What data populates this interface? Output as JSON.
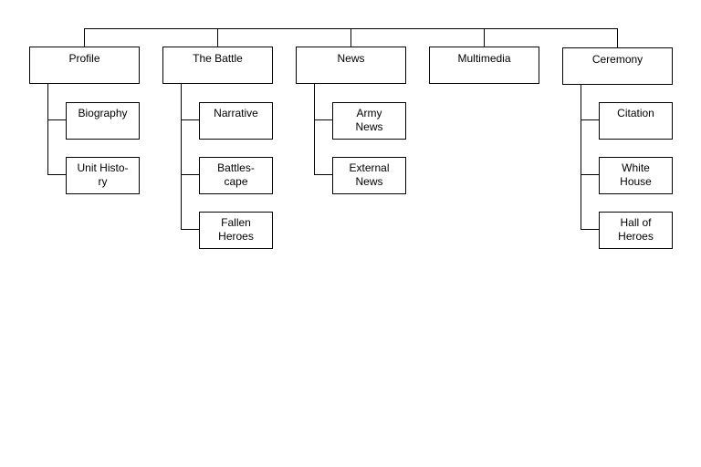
{
  "sitemap": {
    "sections": [
      {
        "label": "Profile",
        "children": [
          "Biography",
          "Unit Histo-\nry"
        ]
      },
      {
        "label": "The Battle",
        "children": [
          "Narrative",
          "Battles-\ncape",
          "Fallen\nHeroes"
        ]
      },
      {
        "label": "News",
        "children": [
          "Army\nNews",
          "External\nNews"
        ]
      },
      {
        "label": "Multimedia",
        "children": []
      },
      {
        "label": "Ceremony",
        "children": [
          "Citation",
          "White\nHouse",
          "Hall of\nHeroes"
        ]
      }
    ]
  }
}
